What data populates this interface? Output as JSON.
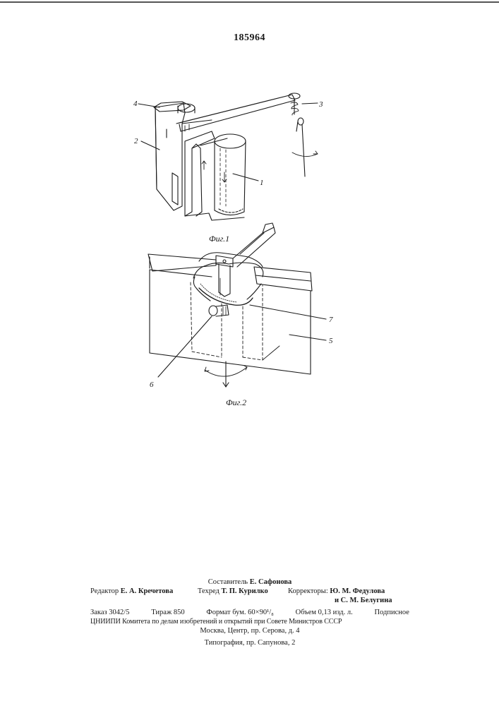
{
  "document": {
    "patent_number": "185964",
    "figures": [
      {
        "caption": "Фиг.1",
        "labels": [
          "1",
          "2",
          "3",
          "4"
        ]
      },
      {
        "caption": "Фиг.2",
        "labels": [
          "5",
          "6",
          "7"
        ]
      }
    ]
  },
  "imprint": {
    "compiler": {
      "role": "Составитель",
      "name": "Е. Сафонова"
    },
    "editor": {
      "role": "Редактор",
      "name": "Е. А. Кречетова"
    },
    "techred": {
      "role": "Техред",
      "name": "Т. П. Курилко"
    },
    "correctors": {
      "role": "Корректоры:",
      "name1": "Ю. М. Федулова",
      "name2": "и С. М. Белугина"
    },
    "order_line": [
      "Заказ 3042/5",
      "Тираж 850",
      "Формат бум. 60×90¹/₈",
      "Объем 0,13 изд. л.",
      "Подписное"
    ],
    "institute_line": "ЦНИИПИ Комитета по делам изобретений и открытий при Совете Министров СССР",
    "address_line": "Москва, Центр, пр. Серова, д. 4",
    "printer_line": "Типография, пр. Сапунова, 2"
  }
}
